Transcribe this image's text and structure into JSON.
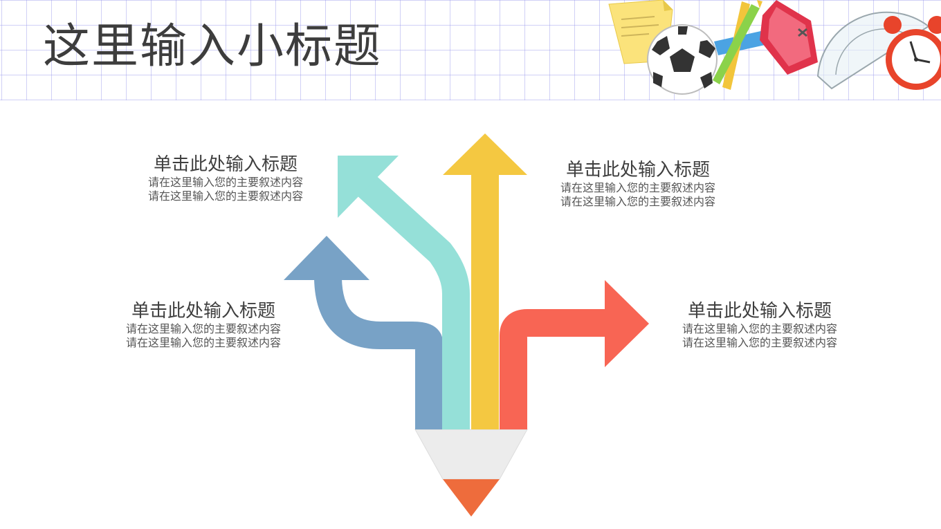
{
  "slide": {
    "title": "这里输入小标题"
  },
  "colors": {
    "grid": "#b9b9ef",
    "blue_arrow": "#78a2c6",
    "teal_arrow": "#95e0d8",
    "yellow_arrow": "#f4c841",
    "red_arrow": "#f86554",
    "pencil_wood": "#ececec",
    "pencil_tip": "#ee6c3c",
    "title_text": "#3d3d3d"
  },
  "decorations": [
    "sticky-note-icon",
    "soccer-ball-icon",
    "pencil-icon",
    "pencil-sharpener-icon",
    "protractor-icon",
    "alarm-clock-icon"
  ],
  "blocks": [
    {
      "id": "top-left",
      "title": "单击此处输入标题",
      "line1": "请在这里输入您的主要叙述内容",
      "line2": "请在这里输入您的主要叙述内容"
    },
    {
      "id": "top-right",
      "title": "单击此处输入标题",
      "line1": "请在这里输入您的主要叙述内容",
      "line2": "请在这里输入您的主要叙述内容"
    },
    {
      "id": "middle-left",
      "title": "单击此处输入标题",
      "line1": "请在这里输入您的主要叙述内容",
      "line2": "请在这里输入您的主要叙述内容"
    },
    {
      "id": "middle-right",
      "title": "单击此处输入标题",
      "line1": "请在这里输入您的主要叙述内容",
      "line2": "请在这里输入您的主要叙述内容"
    }
  ]
}
